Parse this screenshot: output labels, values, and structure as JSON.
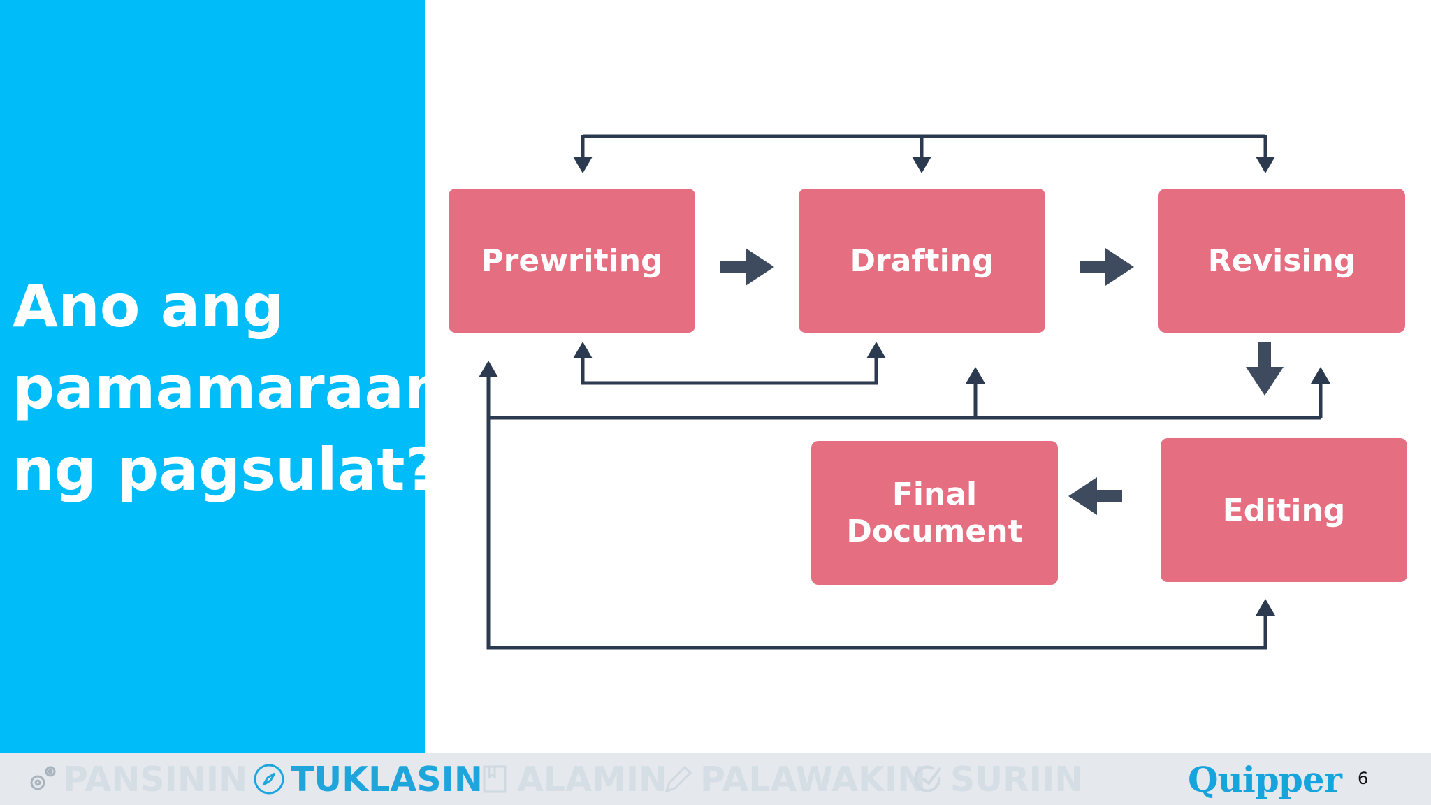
{
  "slide": {
    "question_lines": [
      "Ano ang",
      "pamamaraan",
      "ng pagsulat?"
    ],
    "colors": {
      "panel": "#00bdfa",
      "box": "#e56e80",
      "line": "#2b3a4f",
      "big_arrow": "#3e4b5e"
    }
  },
  "diagram": {
    "boxes": {
      "prewriting": "Prewriting",
      "drafting": "Drafting",
      "revising": "Revising",
      "editing": "Editing",
      "final_document": [
        "Final",
        "Document"
      ]
    }
  },
  "footer": {
    "items": [
      {
        "label": "PANSININ",
        "icon": "gear-icon",
        "active": false
      },
      {
        "label": "TUKLASIN",
        "icon": "compass-icon",
        "active": true
      },
      {
        "label": "ALAMIN",
        "icon": "book-icon",
        "active": false
      },
      {
        "label": "PALAWAKIN",
        "icon": "pencil-icon",
        "active": false
      },
      {
        "label": "SURIIN",
        "icon": "check-circle-icon",
        "active": false
      }
    ],
    "brand": "Quipper",
    "page_number": "6"
  }
}
